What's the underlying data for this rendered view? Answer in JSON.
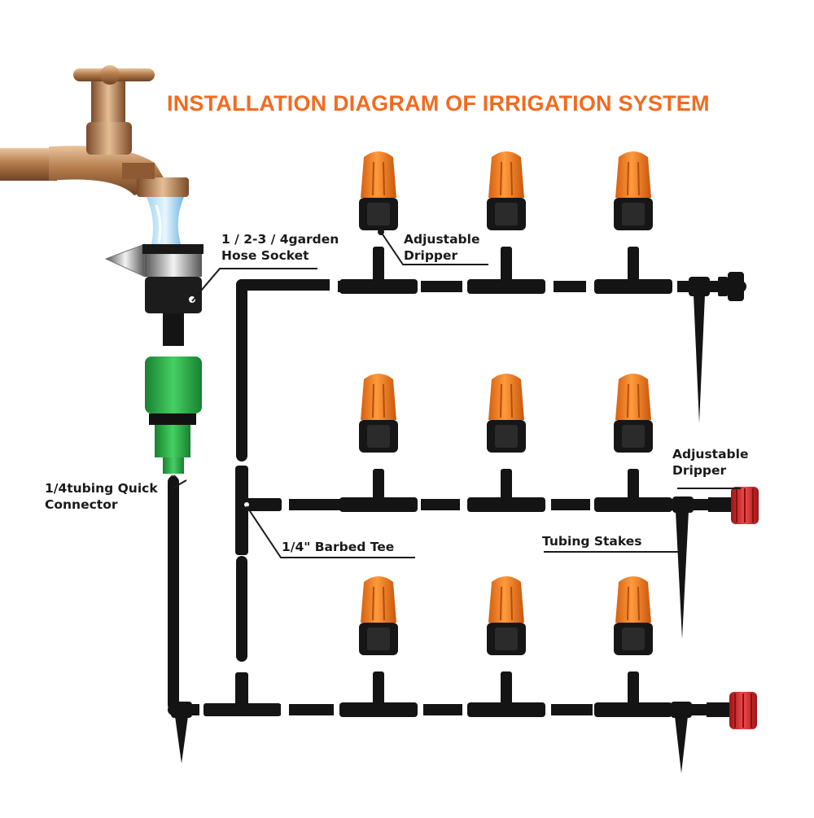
{
  "title": "INSTALLATION DIAGRAM OF IRRIGATION SYSTEM",
  "labels": {
    "hose_socket_line1": "1 / 2-3 / 4garden",
    "hose_socket_line2": "Hose Socket",
    "adjustable_dripper_top_line1": "Adjustable",
    "adjustable_dripper_top_line2": "Dripper",
    "adjustable_dripper_right_line1": "Adjustable",
    "adjustable_dripper_right_line2": "Dripper",
    "quick_connector_line1": "1/4tubing Quick",
    "quick_connector_line2": "Connector",
    "barbed_tee": "1/4\" Barbed Tee",
    "tubing_stakes": "Tubing Stakes"
  },
  "colors": {
    "title": "#f26b21",
    "dripper_orange": "#f07f22",
    "tubing": "#141414",
    "connector_green": "#2bb34a",
    "end_cap_red": "#d7262a",
    "faucet_bronze": "#c08a5a"
  }
}
